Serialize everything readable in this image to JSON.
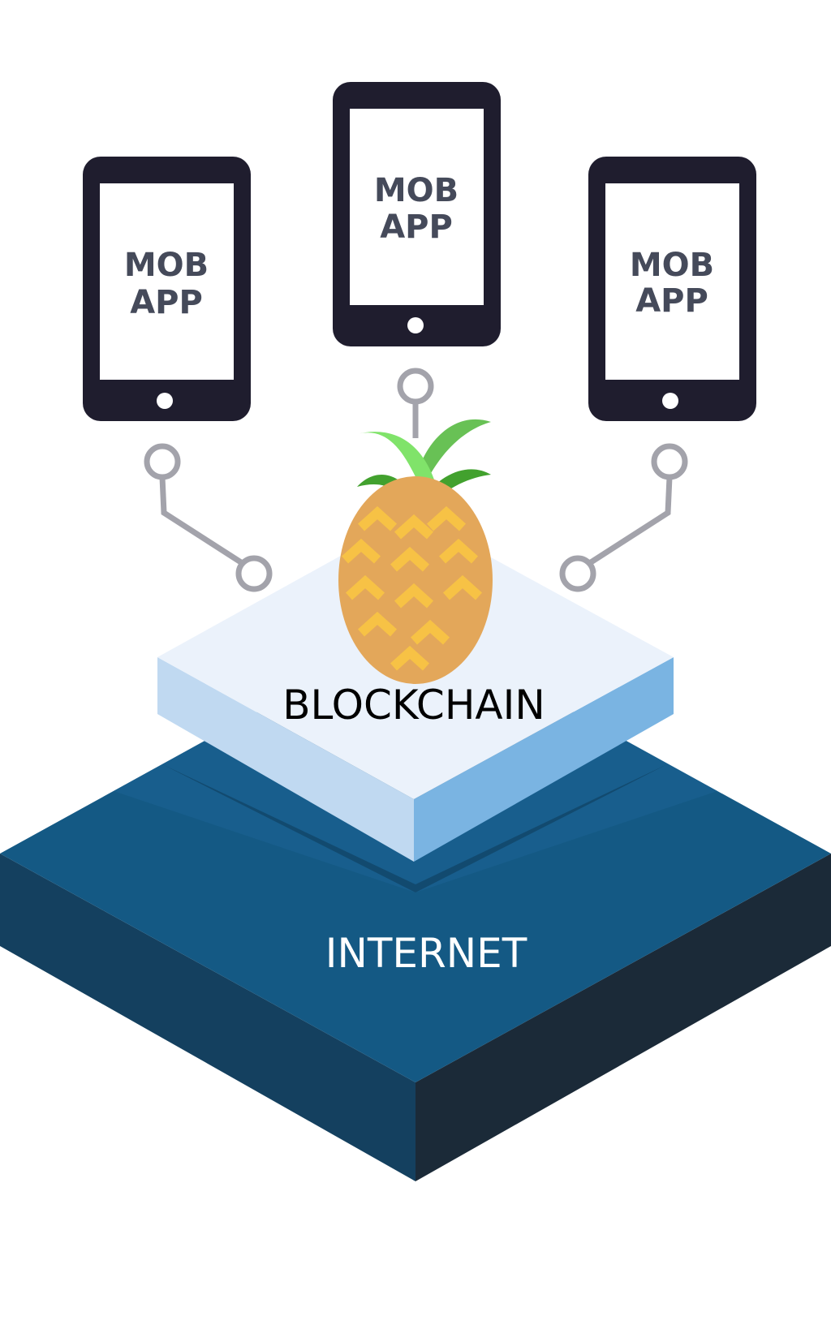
{
  "phones": [
    {
      "line1": "MOB",
      "line2": "APP"
    },
    {
      "line1": "MOB",
      "line2": "APP"
    },
    {
      "line1": "MOB",
      "line2": "APP"
    }
  ],
  "layers": {
    "blockchain": "BLOCKCHAIN",
    "internet": "INTERNET"
  },
  "colors": {
    "phone_body": "#1f1d2e",
    "phone_screen": "#ffffff",
    "phone_text": "#454a5a",
    "connector": "#a3a3ab",
    "blockchain_top": "#ebf2fb",
    "blockchain_left": "#c0d9f1",
    "blockchain_right": "#7ab4e2",
    "internet_top": "#1a6392",
    "internet_left": "#14405f",
    "internet_right": "#1b2a38",
    "pineapple_body": "#e3a75a",
    "pineapple_pattern": "#f7c245",
    "leaf_light": "#80e36a",
    "leaf_mid": "#68c155",
    "leaf_dark": "#42a12e"
  }
}
